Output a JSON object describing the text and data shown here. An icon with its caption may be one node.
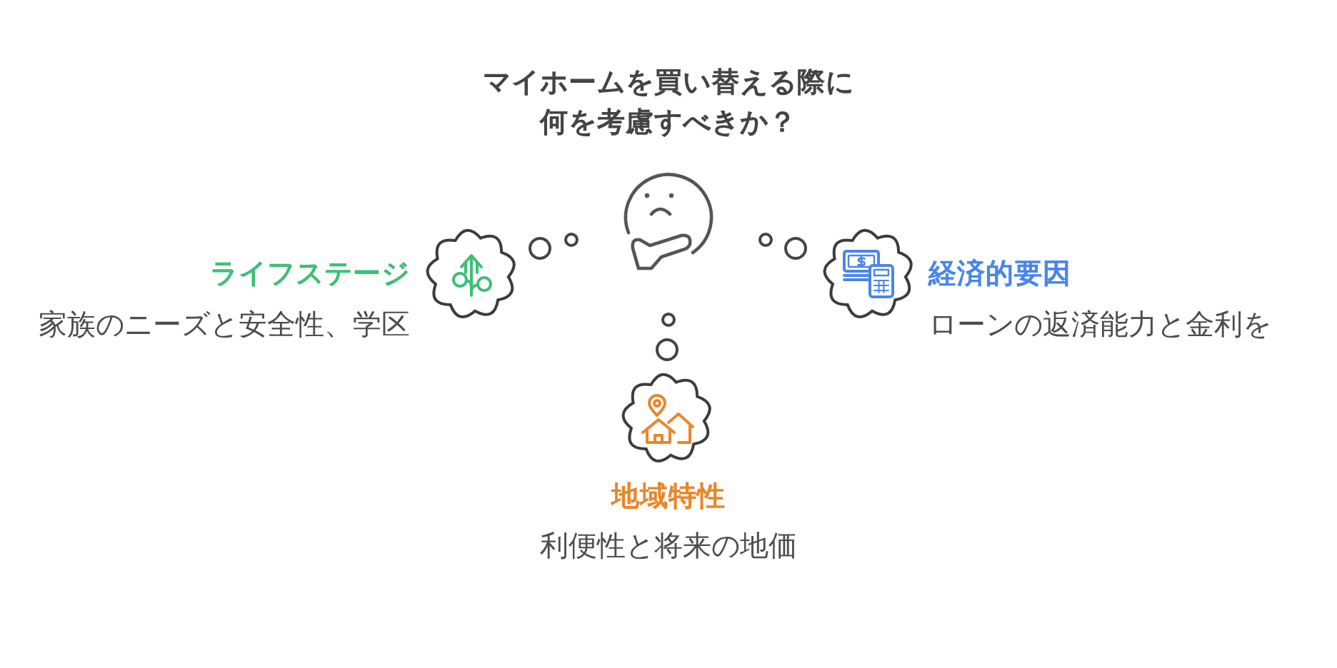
{
  "diagram": {
    "title": "マイホームを買い替える際に何を考慮すべきか？",
    "nodes": [
      {
        "text": [],
        "shape": "picture"
      },
      {
        "text": [
          "ライフステージ",
          "家族のニーズと安全性、学区"
        ]
      },
      {
        "text": [
          "経済的要因",
          "ローンの返済能力と金利を"
        ]
      },
      {
        "text": [
          "地域特性",
          "利便性と将来の地価"
        ]
      }
    ]
  }
}
